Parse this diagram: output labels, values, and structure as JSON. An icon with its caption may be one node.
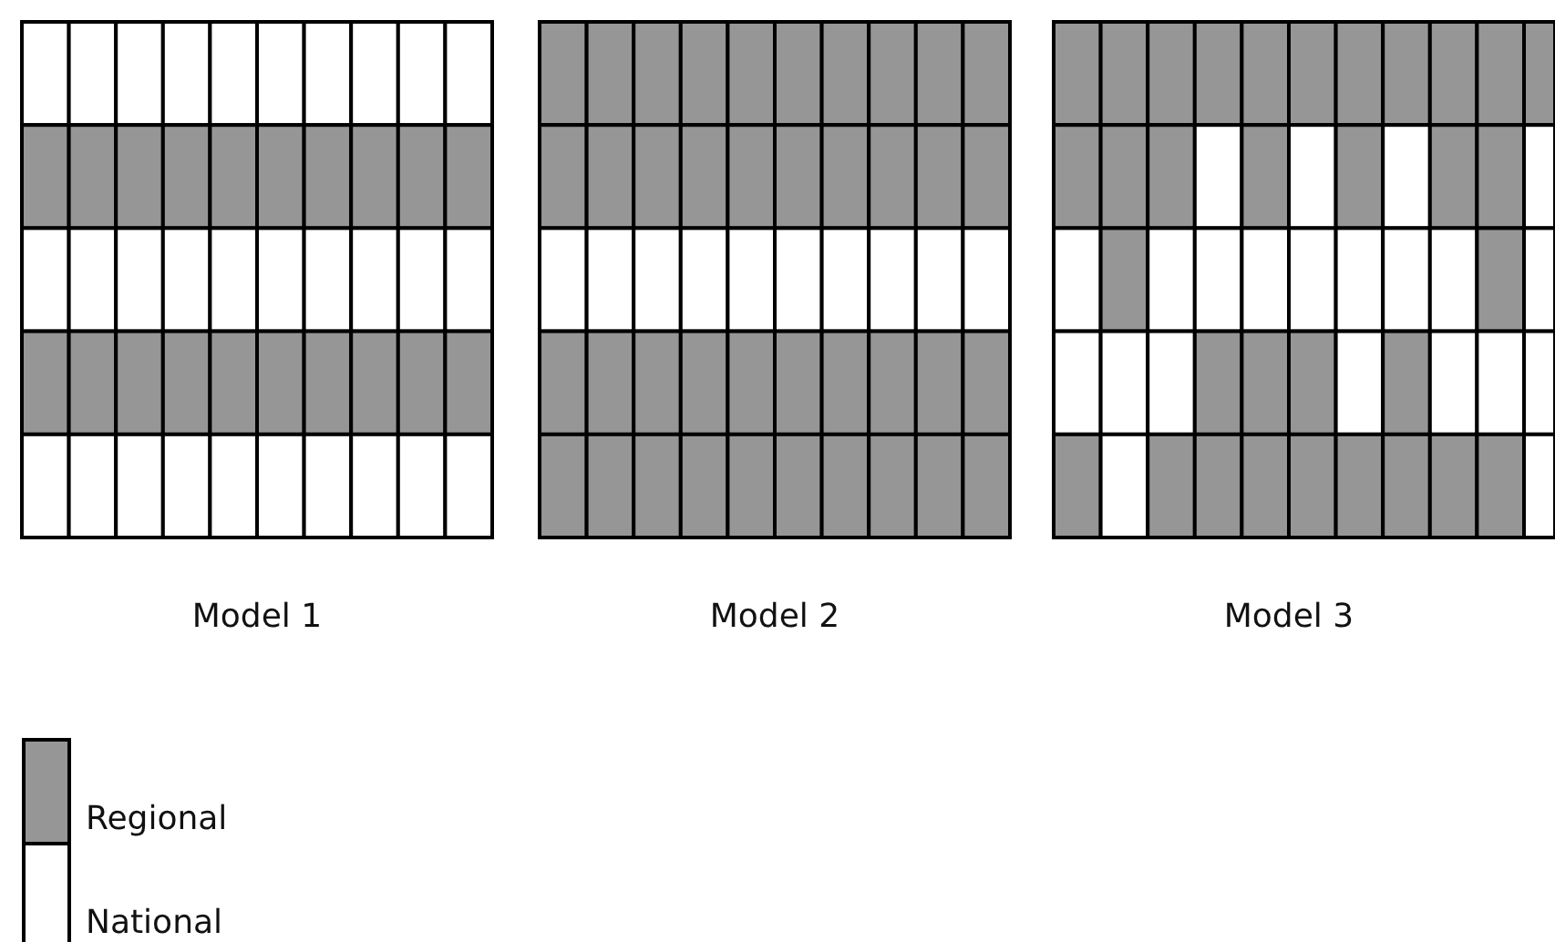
{
  "diagram": {
    "labels": [
      "Model 1",
      "Model 2",
      "Model 3"
    ],
    "legend": [
      {
        "text": "Regional",
        "color": "#969696"
      },
      {
        "text": "National",
        "color": "#ffffff"
      }
    ]
  }
}
